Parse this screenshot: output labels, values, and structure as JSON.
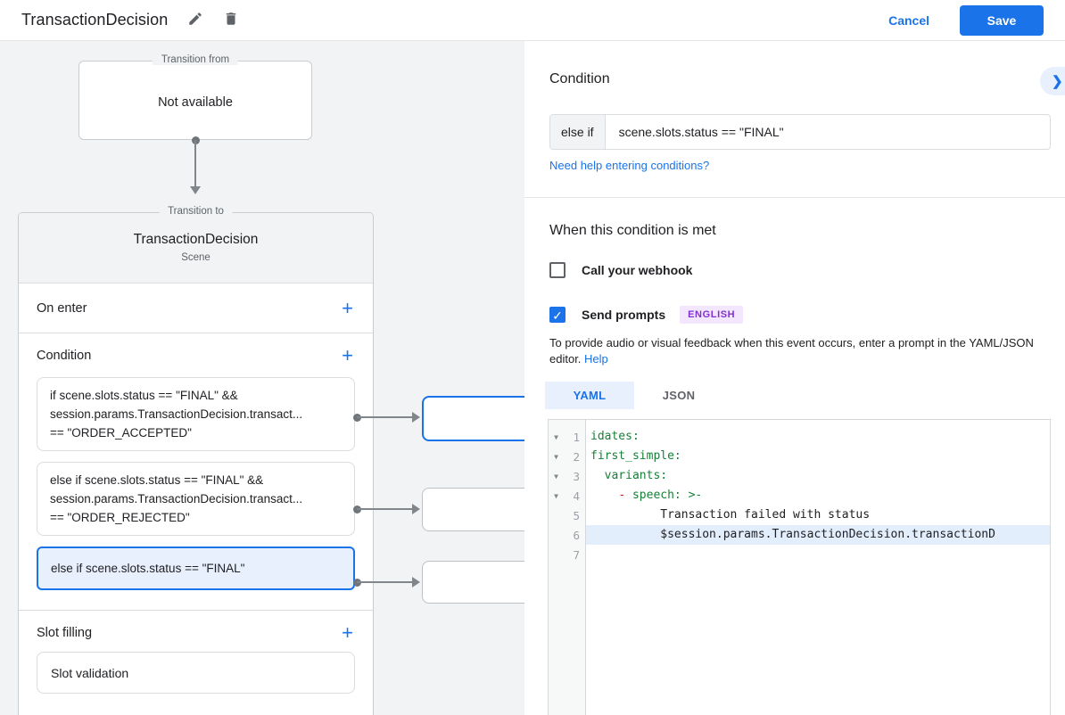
{
  "header": {
    "title": "TransactionDecision",
    "cancel_label": "Cancel",
    "save_label": "Save"
  },
  "canvas": {
    "transition_from": {
      "legend": "Transition from",
      "value": "Not available"
    },
    "transition_to": {
      "legend": "Transition to",
      "title": "TransactionDecision",
      "subtitle": "Scene",
      "on_enter_label": "On enter",
      "add_label": "+",
      "condition_label": "Condition",
      "slot_filling_label": "Slot filling",
      "condition_cards": [
        {
          "selected": false,
          "lines": [
            "if scene.slots.status == \"FINAL\" &&",
            "session.params.TransactionDecision.transact...",
            "== \"ORDER_ACCEPTED\""
          ]
        },
        {
          "selected": false,
          "lines": [
            "else if scene.slots.status == \"FINAL\" &&",
            "session.params.TransactionDecision.transact...",
            "== \"ORDER_REJECTED\""
          ]
        },
        {
          "selected": true,
          "lines": [
            "else if scene.slots.status == \"FINAL\""
          ]
        }
      ],
      "slot_cards": [
        {
          "label": "Slot validation"
        }
      ]
    }
  },
  "panel": {
    "condition": {
      "heading": "Condition",
      "collapse_icon": "❯",
      "prefix": "else if",
      "value": "scene.slots.status == \"FINAL\"",
      "help_link": "Need help entering conditions?"
    },
    "when_met": {
      "heading": "When this condition is met",
      "webhook": {
        "label": "Call your webhook",
        "checked": false
      },
      "prompts": {
        "label": "Send prompts",
        "checked": true,
        "check_glyph": "✓",
        "badge": "ENGLISH"
      },
      "description": "To provide audio or visual feedback when this event occurs, enter a prompt in the YAML/JSON editor.",
      "help_label": "Help"
    },
    "editor": {
      "tabs": [
        {
          "label": "YAML",
          "active": true
        },
        {
          "label": "JSON",
          "active": false
        }
      ],
      "fold_glyph": "▼",
      "lines": [
        {
          "num": "1",
          "fold": true,
          "hl": false,
          "tokens": [
            {
              "t": "idates:",
              "c": "key"
            }
          ]
        },
        {
          "num": "2",
          "fold": true,
          "hl": false,
          "tokens": [
            {
              "t": "first_simple:",
              "c": "key"
            }
          ]
        },
        {
          "num": "3",
          "fold": true,
          "hl": false,
          "tokens": [
            {
              "t": "  variants:",
              "c": "key"
            }
          ]
        },
        {
          "num": "4",
          "fold": true,
          "hl": false,
          "tokens": [
            {
              "t": "    ",
              "c": "plain"
            },
            {
              "t": "-",
              "c": "dash"
            },
            {
              "t": " ",
              "c": "plain"
            },
            {
              "t": "speech: >-",
              "c": "key"
            }
          ]
        },
        {
          "num": "5",
          "fold": false,
          "hl": false,
          "tokens": [
            {
              "t": "          Transaction failed with status",
              "c": "plain"
            }
          ]
        },
        {
          "num": "6",
          "fold": false,
          "hl": true,
          "tokens": [
            {
              "t": "          $session.params.TransactionDecision.transactionD",
              "c": "plain"
            }
          ]
        },
        {
          "num": "7",
          "fold": false,
          "hl": false,
          "tokens": []
        }
      ]
    }
  },
  "colors": {
    "accent_blue": "#1a73e8",
    "selected_fill": "#e8f0fe",
    "canvas_bg": "#f1f3f4",
    "yaml_key_green": "#188038",
    "yaml_dash_red": "#c5221f",
    "badge_purple": "#8430ce",
    "badge_bg": "#f2e7fe"
  }
}
